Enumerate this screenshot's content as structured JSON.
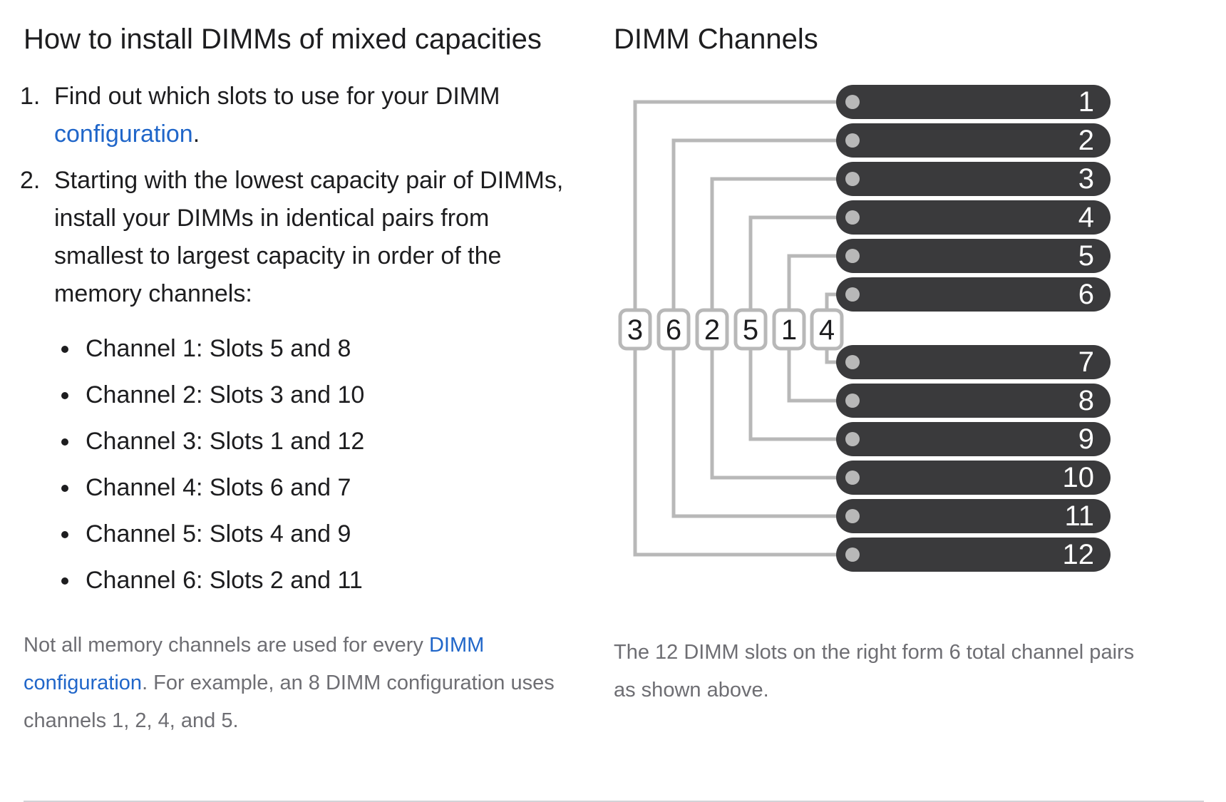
{
  "install": {
    "title": "How to install DIMMs of mixed capacities",
    "steps": [
      {
        "num": "1.",
        "pre": "Find out which slots to use for your DIMM ",
        "link": "configuration",
        "post": "."
      },
      {
        "num": "2.",
        "text": "Starting with the lowest capacity pair of DIMMs, install your DIMMs in identical pairs from smallest to largest capacity in order of the memory channels:"
      }
    ],
    "channels": [
      "Channel 1: Slots 5 and 8",
      "Channel 2: Slots 3 and 10",
      "Channel 3: Slots 1 and 12",
      "Channel 4: Slots 6 and 7",
      "Channel 5: Slots 4 and 9",
      "Channel 6: Slots 2 and 11"
    ],
    "note": {
      "pre": "Not all memory channels are used for every ",
      "link": "DIMM configuration",
      "post": ". For example, an 8 DIMM configuration uses channels 1, 2, 4, and 5."
    }
  },
  "diagram": {
    "title": "DIMM Channels",
    "slots": [
      "1",
      "2",
      "3",
      "4",
      "5",
      "6",
      "7",
      "8",
      "9",
      "10",
      "11",
      "12"
    ],
    "channel_boxes": [
      "3",
      "6",
      "2",
      "5",
      "1",
      "4"
    ],
    "caption": "The 12 DIMM slots on the right form 6 total channel pairs as shown above.",
    "colors": {
      "slot": "#3a3a3c",
      "line": "#b8b8b8",
      "text": "#ffffff"
    }
  }
}
